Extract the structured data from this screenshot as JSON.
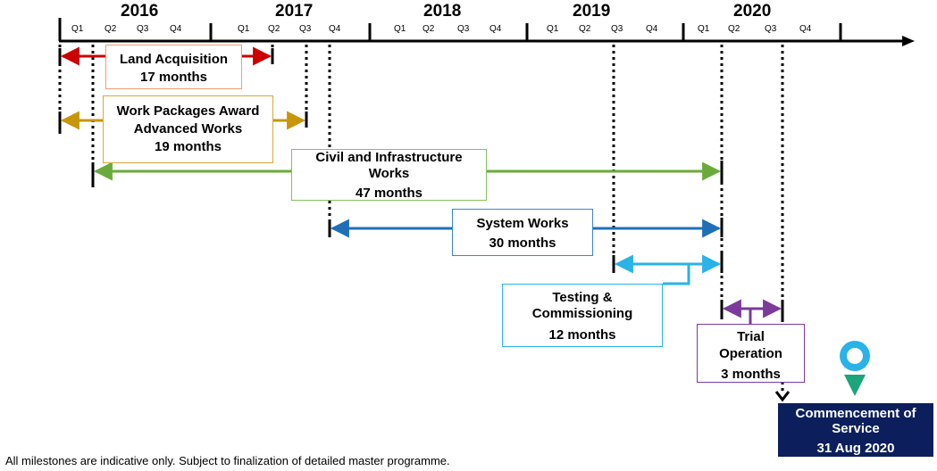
{
  "timeline": {
    "years": [
      "2016",
      "2017",
      "2018",
      "2019",
      "2020"
    ],
    "quarters": [
      "Q1",
      "Q2",
      "Q3",
      "Q4",
      "Q1",
      "Q2",
      "Q3",
      "Q4",
      "Q1",
      "Q2",
      "Q3",
      "Q4",
      "Q1",
      "Q2",
      "Q3",
      "Q4",
      "Q1",
      "Q2",
      "Q3",
      "Q4"
    ]
  },
  "activities": [
    {
      "title": "Land Acquisition",
      "duration": "17 months",
      "color": "#cc0000"
    },
    {
      "title_line1": "Work Packages Award",
      "title_line2": "Advanced Works",
      "duration": "19 months",
      "color": "#c8960a"
    },
    {
      "title_line1": "Civil and Infrastructure",
      "title_line2": "Works",
      "duration": "47 months",
      "color": "#6aaa3a"
    },
    {
      "title": "System Works",
      "duration": "30 months",
      "color": "#1f6fb8"
    },
    {
      "title_line1": "Testing &",
      "title_line2": "Commissioning",
      "duration": "12 months",
      "color": "#29b3e6"
    },
    {
      "title_line1": "Trial",
      "title_line2": "Operation",
      "duration": "3 months",
      "color": "#7a3b9a"
    }
  ],
  "milestone": {
    "line1": "Commencement of",
    "line2": "Service",
    "date": "31 Aug 2020",
    "bg_color": "#0c1f5c",
    "icon": "location-pin-icon"
  },
  "footnote": "All milestones are indicative only. Subject to finalization of detailed master programme."
}
